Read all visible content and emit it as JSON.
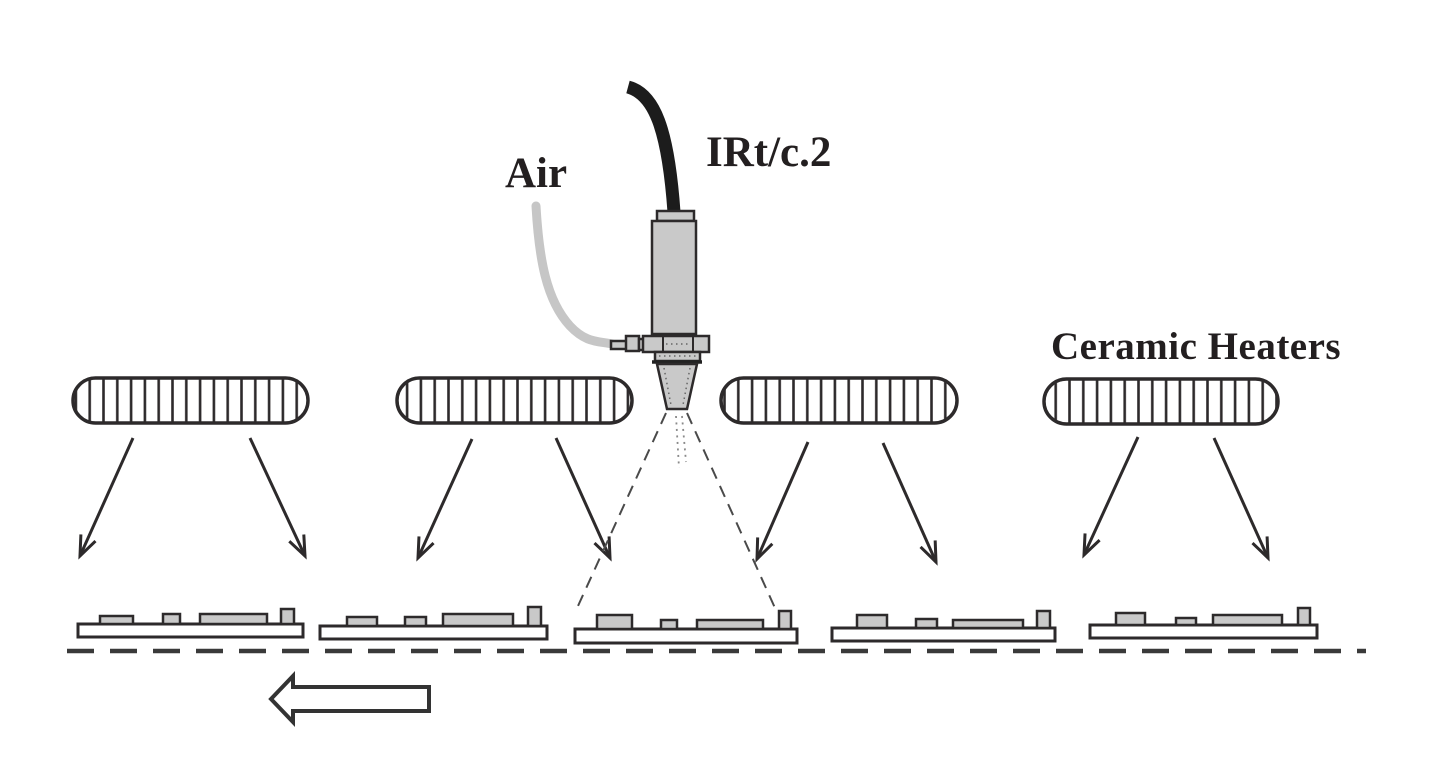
{
  "labels": {
    "air": "Air",
    "sensor": "IRt/c.2",
    "ceramic_heaters": "Ceramic Heaters"
  },
  "colors": {
    "line": "#2d2a2b",
    "metal_gray": "#c9c9c9",
    "cable_black": "#1c1c1c",
    "air_tube_gray": "#c6c6c6",
    "background": "#ffffff"
  },
  "counts": {
    "ceramic_heaters": 4,
    "circuit_boards": 5,
    "heat_arrows": 8
  },
  "icons": {
    "conveyor_direction_arrow": "left-arrow",
    "heat_arrow": "diagonal-down-arrow",
    "sensor_field_of_view": "dashed-cone"
  }
}
